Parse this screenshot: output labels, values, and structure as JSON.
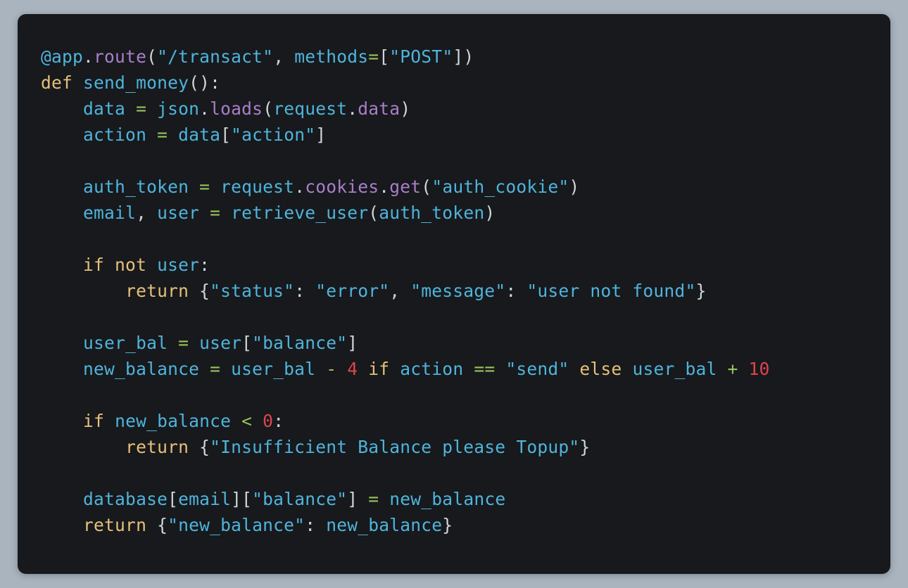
{
  "code": {
    "language": "python",
    "colors": {
      "background": "#17191c",
      "identifier": "#4fb4dc",
      "method": "#a97ec9",
      "keyword": "#e6c07b",
      "operator": "#98c45d",
      "number": "#e0444d",
      "punctuation": "#cfd5da"
    },
    "lines": [
      [
        [
          "id",
          "@app"
        ],
        [
          "p",
          "."
        ],
        [
          "fn",
          "route"
        ],
        [
          "p",
          "("
        ],
        [
          "str",
          "\"/transact\""
        ],
        [
          "p",
          ", "
        ],
        [
          "id",
          "methods"
        ],
        [
          "op",
          "="
        ],
        [
          "p",
          "["
        ],
        [
          "str",
          "\"POST\""
        ],
        [
          "p",
          "])"
        ]
      ],
      [
        [
          "kw",
          "def "
        ],
        [
          "id",
          "send_money"
        ],
        [
          "p",
          "():"
        ]
      ],
      [
        [
          "p",
          "    "
        ],
        [
          "id",
          "data "
        ],
        [
          "op",
          "="
        ],
        [
          "id",
          " json"
        ],
        [
          "p",
          "."
        ],
        [
          "fn",
          "loads"
        ],
        [
          "p",
          "("
        ],
        [
          "id",
          "request"
        ],
        [
          "p",
          "."
        ],
        [
          "fn",
          "data"
        ],
        [
          "p",
          ")"
        ]
      ],
      [
        [
          "p",
          "    "
        ],
        [
          "id",
          "action "
        ],
        [
          "op",
          "="
        ],
        [
          "id",
          " data"
        ],
        [
          "p",
          "["
        ],
        [
          "str",
          "\"action\""
        ],
        [
          "p",
          "]"
        ]
      ],
      [],
      [
        [
          "p",
          "    "
        ],
        [
          "id",
          "auth_token "
        ],
        [
          "op",
          "="
        ],
        [
          "id",
          " request"
        ],
        [
          "p",
          "."
        ],
        [
          "fn",
          "cookies"
        ],
        [
          "p",
          "."
        ],
        [
          "fn",
          "get"
        ],
        [
          "p",
          "("
        ],
        [
          "str",
          "\"auth_cookie\""
        ],
        [
          "p",
          ")"
        ]
      ],
      [
        [
          "p",
          "    "
        ],
        [
          "id",
          "email"
        ],
        [
          "p",
          ", "
        ],
        [
          "id",
          "user "
        ],
        [
          "op",
          "="
        ],
        [
          "id",
          " retrieve_user"
        ],
        [
          "p",
          "("
        ],
        [
          "id",
          "auth_token"
        ],
        [
          "p",
          ")"
        ]
      ],
      [],
      [
        [
          "p",
          "    "
        ],
        [
          "kw",
          "if not "
        ],
        [
          "id",
          "user"
        ],
        [
          "p",
          ":"
        ]
      ],
      [
        [
          "p",
          "        "
        ],
        [
          "kw",
          "return "
        ],
        [
          "p",
          "{"
        ],
        [
          "str",
          "\"status\""
        ],
        [
          "p",
          ": "
        ],
        [
          "str",
          "\"error\""
        ],
        [
          "p",
          ", "
        ],
        [
          "str",
          "\"message\""
        ],
        [
          "p",
          ": "
        ],
        [
          "str",
          "\"user not found\""
        ],
        [
          "p",
          "}"
        ]
      ],
      [],
      [
        [
          "p",
          "    "
        ],
        [
          "id",
          "user_bal "
        ],
        [
          "op",
          "="
        ],
        [
          "id",
          " user"
        ],
        [
          "p",
          "["
        ],
        [
          "str",
          "\"balance\""
        ],
        [
          "p",
          "]"
        ]
      ],
      [
        [
          "p",
          "    "
        ],
        [
          "id",
          "new_balance "
        ],
        [
          "op",
          "="
        ],
        [
          "id",
          " user_bal "
        ],
        [
          "op",
          "- "
        ],
        [
          "num",
          "4 "
        ],
        [
          "kw",
          "if "
        ],
        [
          "id",
          "action "
        ],
        [
          "op",
          "== "
        ],
        [
          "str",
          "\"send\" "
        ],
        [
          "kw",
          "else "
        ],
        [
          "id",
          "user_bal "
        ],
        [
          "op",
          "+ "
        ],
        [
          "num",
          "10"
        ]
      ],
      [],
      [
        [
          "p",
          "    "
        ],
        [
          "kw",
          "if "
        ],
        [
          "id",
          "new_balance "
        ],
        [
          "op",
          "< "
        ],
        [
          "num",
          "0"
        ],
        [
          "p",
          ":"
        ]
      ],
      [
        [
          "p",
          "        "
        ],
        [
          "kw",
          "return "
        ],
        [
          "p",
          "{"
        ],
        [
          "str",
          "\"Insufficient Balance please Topup\""
        ],
        [
          "p",
          "}"
        ]
      ],
      [],
      [
        [
          "p",
          "    "
        ],
        [
          "id",
          "database"
        ],
        [
          "p",
          "["
        ],
        [
          "id",
          "email"
        ],
        [
          "p",
          "]["
        ],
        [
          "str",
          "\"balance\""
        ],
        [
          "p",
          "] "
        ],
        [
          "op",
          "="
        ],
        [
          "id",
          " new_balance"
        ]
      ],
      [
        [
          "p",
          "    "
        ],
        [
          "kw",
          "return "
        ],
        [
          "p",
          "{"
        ],
        [
          "str",
          "\"new_balance\""
        ],
        [
          "p",
          ": "
        ],
        [
          "id",
          "new_balance"
        ],
        [
          "p",
          "}"
        ]
      ]
    ]
  }
}
